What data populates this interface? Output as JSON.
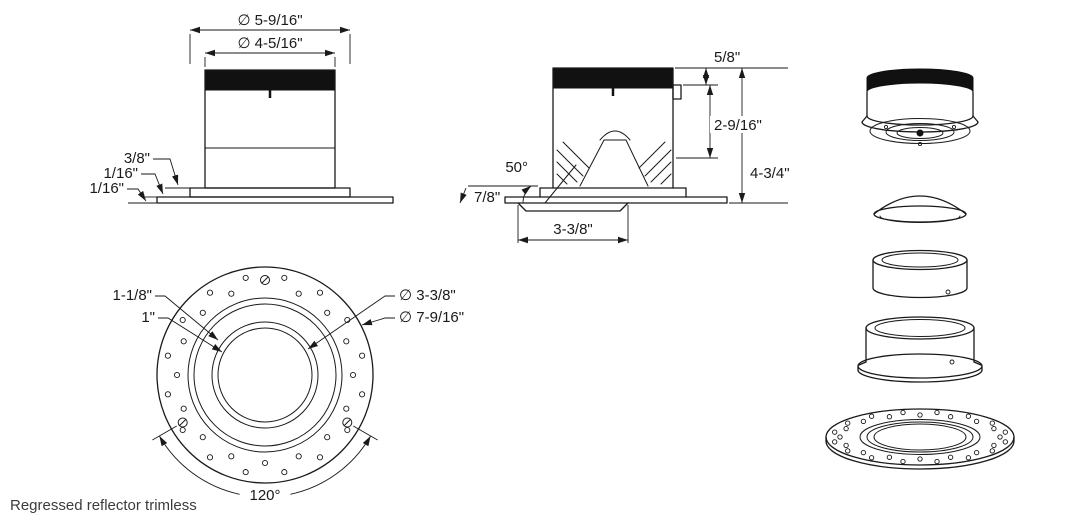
{
  "caption": "Regressed reflector trimless",
  "front_view": {
    "dia_outer": "∅ 5-9/16\"",
    "dia_inner": "∅ 4-5/16\"",
    "flange_height": "3/8\"",
    "plate_upper": "1/16\"",
    "plate_lower": "1/16\""
  },
  "side_view": {
    "top_offset": "5/8\"",
    "body_height": "2-9/16\"",
    "overall_height": "4-3/4\"",
    "reflector_angle": "50°",
    "regression_depth": "7/8\"",
    "aperture_width": "3-3/8\""
  },
  "plan_view": {
    "band_width": "1-1/8\"",
    "inner_band_width": "1\"",
    "dia_aperture": "∅ 3-3/8\"",
    "dia_overall": "∅ 7-9/16\"",
    "screw_angle": "120°"
  }
}
